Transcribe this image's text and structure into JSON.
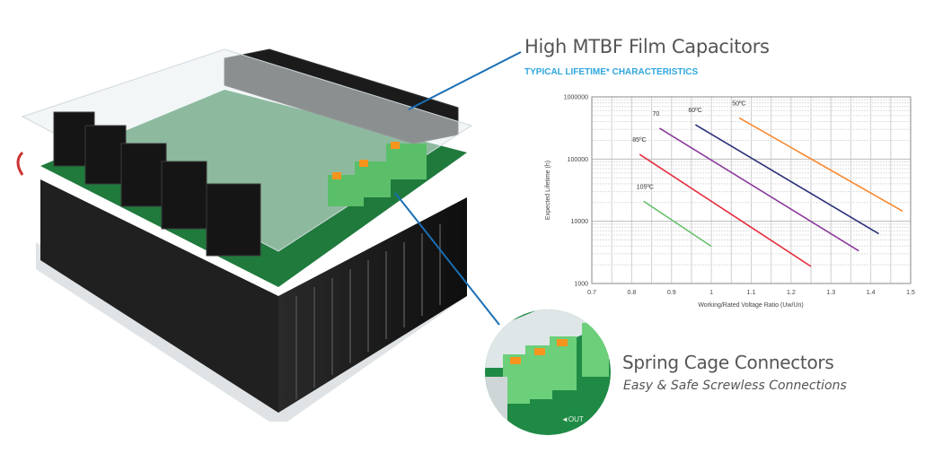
{
  "header": {
    "title": "High MTBF Film Capacitors",
    "subtitle": "TYPICAL LIFETIME* CHARACTERISTICS"
  },
  "connectors": {
    "title": "Spring Cage Connectors",
    "subtitle": "Easy & Safe Screwless Connections",
    "inset_label": "◄OUT"
  },
  "colors": {
    "accent_blue": "#2fa6df",
    "callout_line": "#1a6fb5"
  },
  "chart_data": {
    "type": "line",
    "xlabel": "Working/Rated Voltage Ratio (Uw/Un)",
    "ylabel": "Expected Lifetime (h)",
    "xlim": [
      0.7,
      1.5
    ],
    "ylim": [
      1000,
      1000000
    ],
    "yscale": "log",
    "grid": true,
    "x_ticks": [
      "0.7",
      "0.8",
      "0.9",
      "1",
      "1.1",
      "1.2",
      "1.3",
      "1.4",
      "1.5"
    ],
    "y_ticks": [
      "1000",
      "10000",
      "100000",
      "1000000"
    ],
    "series": [
      {
        "name": "50ºC",
        "color": "#f7882f",
        "x": [
          1.07,
          1.48
        ],
        "y": [
          460000,
          14500
        ]
      },
      {
        "name": "60ºC",
        "color": "#2b2f7a",
        "x": [
          0.96,
          1.42
        ],
        "y": [
          356000,
          6300
        ]
      },
      {
        "name": "70",
        "color": "#8a3a9b",
        "x": [
          0.87,
          1.37
        ],
        "y": [
          313000,
          3340
        ]
      },
      {
        "name": "85ºC",
        "color": "#e52b3b",
        "x": [
          0.82,
          1.25
        ],
        "y": [
          119000,
          1880
        ]
      },
      {
        "name": "105ºC",
        "color": "#6cc070",
        "x": [
          0.83,
          1.0
        ],
        "y": [
          21000,
          3950
        ]
      }
    ]
  }
}
